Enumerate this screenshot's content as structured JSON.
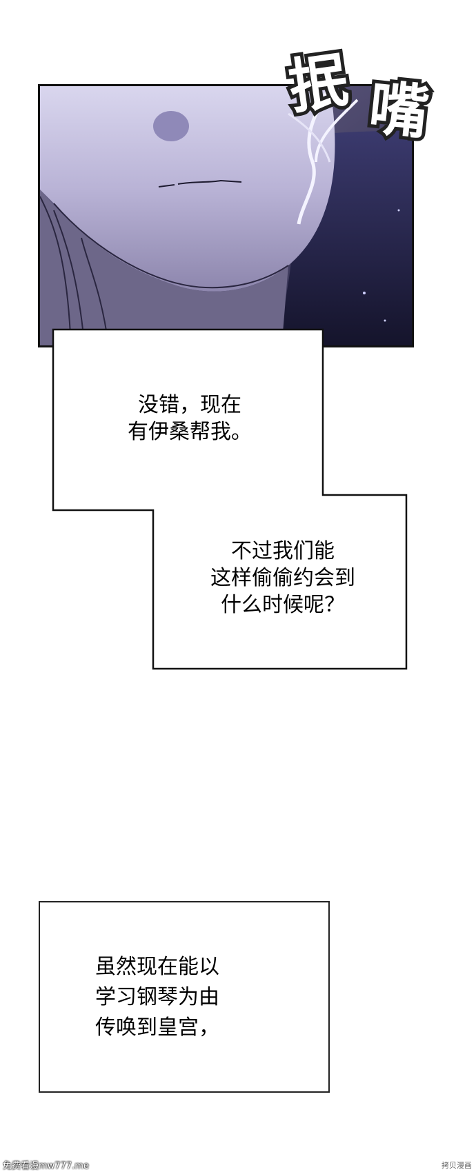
{
  "sfx_text": "抿嘴",
  "bubble1": {
    "lines": [
      "没错，现在",
      "有伊桑帮我。"
    ]
  },
  "bubble2": {
    "lines": [
      "不过我们能",
      "这样偷偷约会到",
      "什么时候呢？"
    ]
  },
  "caption3": {
    "lines": [
      "虽然现在能以",
      "学习钢琴为由",
      "传唤到皇宫，"
    ]
  },
  "watermark_left": "免费看漫mw777.me",
  "watermark_right": "拷贝漫画",
  "colors": {
    "panel_dark": "#1c1b3a",
    "face": "#bcb7d9",
    "outline": "#111111"
  }
}
